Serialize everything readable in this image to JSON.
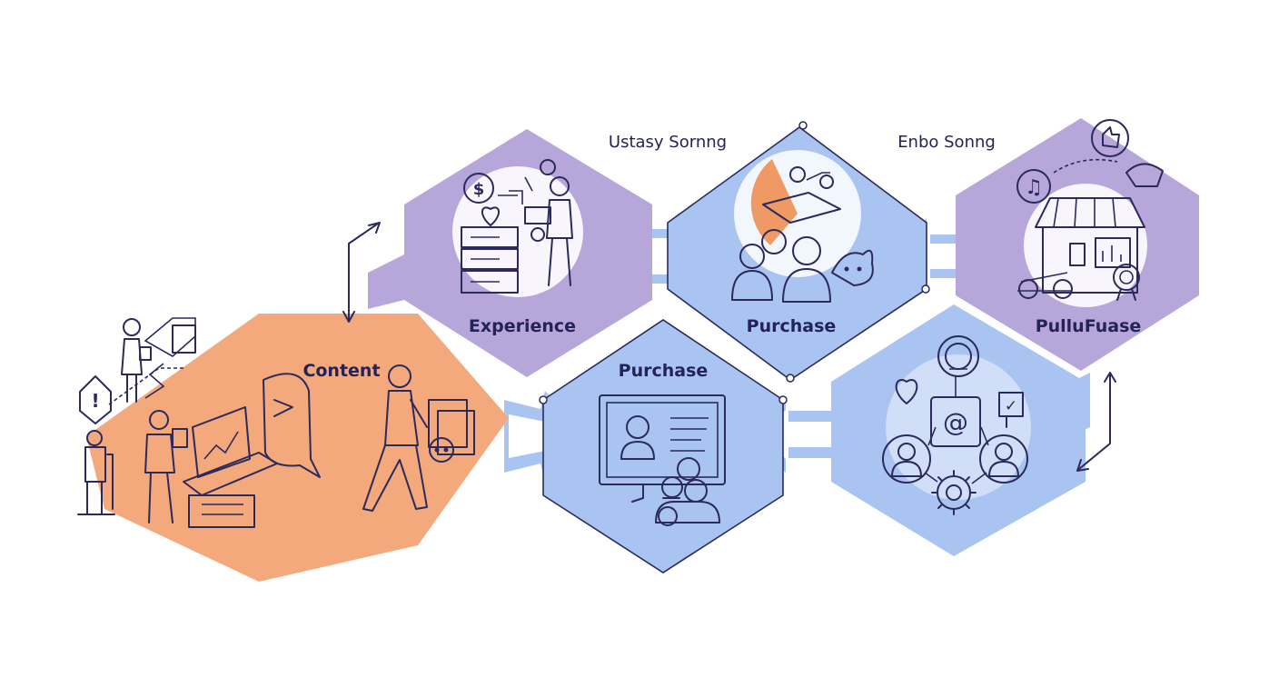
{
  "headers": {
    "top_center": "Ustasy Sornng",
    "top_right": "Enbo Sonng"
  },
  "stages": {
    "content": "Content",
    "experience": "Experience",
    "purchase_top": "Purchase",
    "purchase_bottom": "Purchase",
    "pullufuase": "PulluFuase"
  },
  "glyphs": {
    "dollar": "$",
    "at": "@",
    "alert": "!",
    "music": "♫",
    "check": "✓"
  },
  "colors": {
    "orange": "#f4a97c",
    "purple": "#b7a6da",
    "blue": "#a9c4f1",
    "navy": "#2a2a5c",
    "accent_orange": "#ef9a64",
    "accent_purple": "#8e7fd0"
  },
  "icons": [
    "person-icon",
    "laptop-chart-icon",
    "speech-bubble-icon",
    "walking-person-icon",
    "documents-icon",
    "server-stack-icon",
    "heart-icon",
    "dollar-icon",
    "team-icon",
    "graduation-cap-icon",
    "monitor-profile-icon",
    "email-at-icon",
    "gear-icon",
    "storefront-icon",
    "music-note-icon",
    "handshake-icon",
    "award-icon",
    "alert-icon"
  ]
}
